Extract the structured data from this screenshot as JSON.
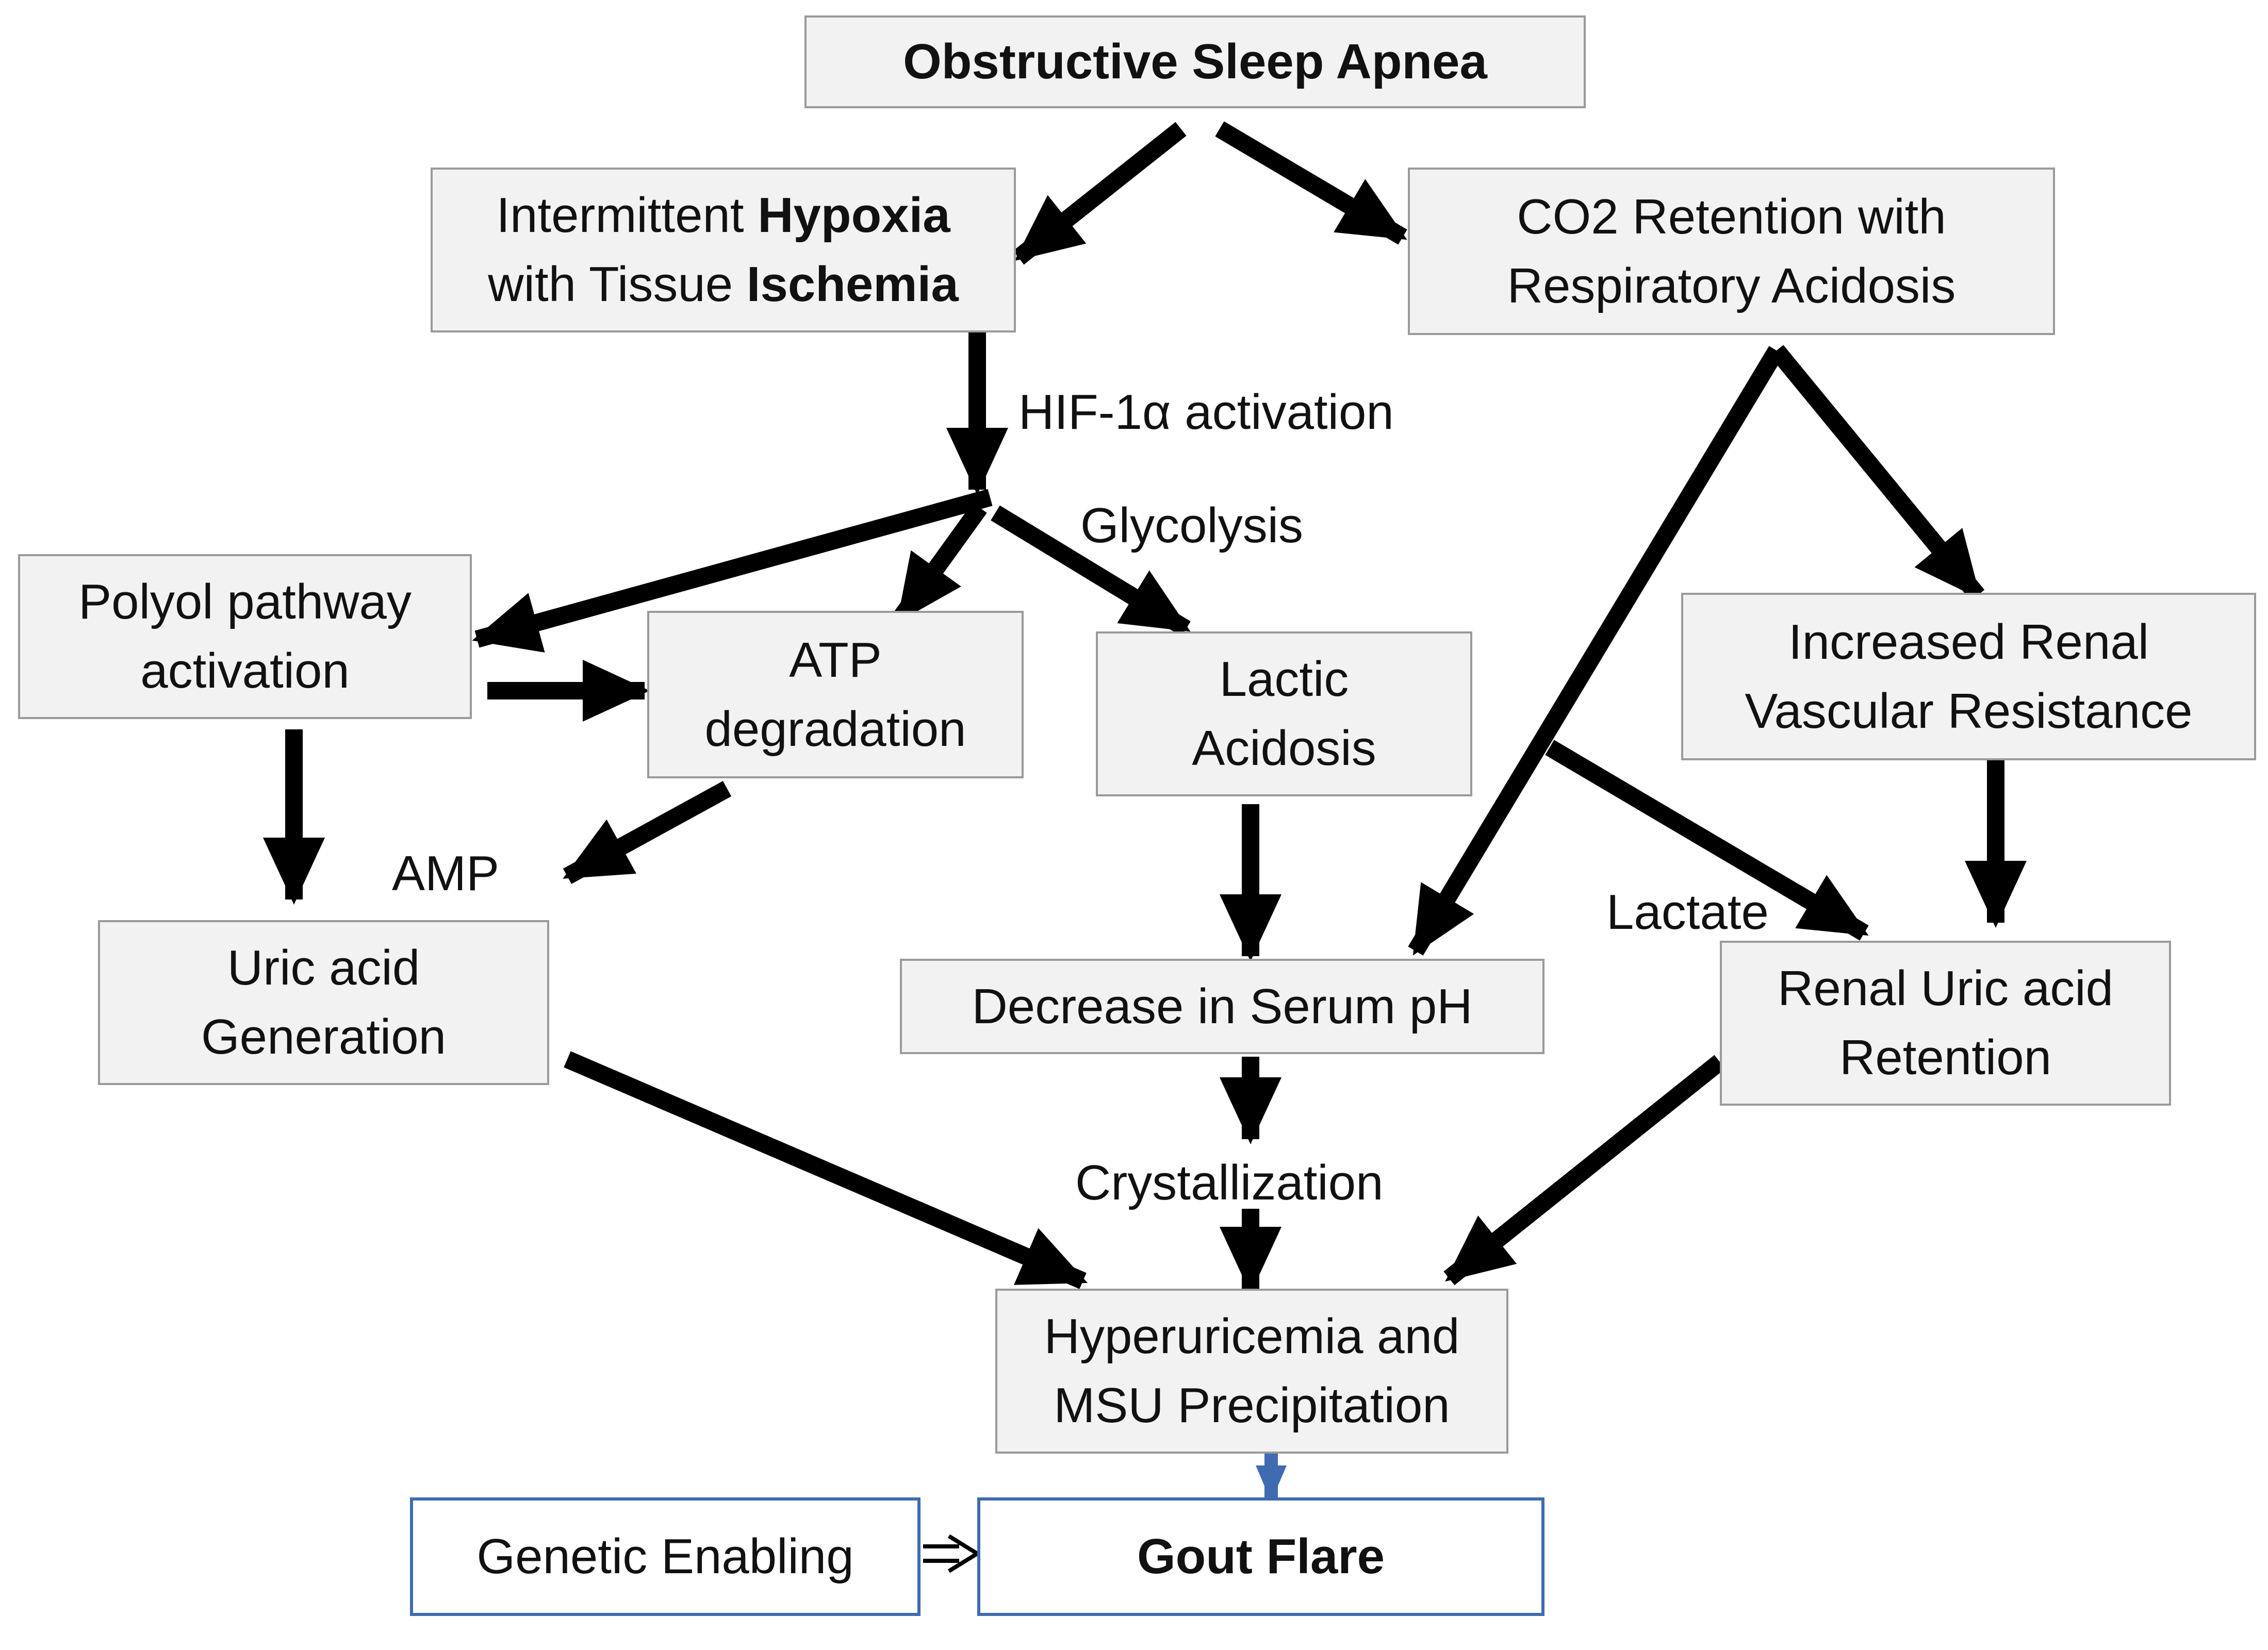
{
  "nodes": {
    "osa": {
      "text": "Obstructive Sleep Apnea"
    },
    "hypoxia": {
      "l1_a": "Intermittent ",
      "l1_b": "Hypoxia",
      "l2_a": "with Tissue ",
      "l2_b": "Ischemia"
    },
    "co2": {
      "l1": "CO2 Retention with",
      "l2": "Respiratory Acidosis"
    },
    "polyol": {
      "l1": "Polyol pathway",
      "l2": "activation"
    },
    "atp": {
      "l1": "ATP",
      "l2": "degradation"
    },
    "lactic": {
      "l1": "Lactic",
      "l2": "Acidosis"
    },
    "renal_res": {
      "l1": "Increased Renal",
      "l2": "Vascular Resistance"
    },
    "uric_gen": {
      "l1": "Uric acid",
      "l2": "Generation"
    },
    "serum_ph": {
      "text": "Decrease in Serum pH"
    },
    "renal_ret": {
      "l1": "Renal Uric acid",
      "l2": "Retention"
    },
    "hyperuricemia": {
      "l1": "Hyperuricemia and",
      "l2": "MSU Precipitation"
    },
    "genetic": {
      "text": "Genetic Enabling"
    },
    "gout": {
      "text": "Gout Flare"
    }
  },
  "labels": {
    "hif": "HIF-1α activation",
    "glycolysis": "Glycolysis",
    "amp": "AMP",
    "lactate": "Lactate",
    "crystallization": "Crystallization"
  },
  "colors": {
    "box_fill": "#f2f2f2",
    "box_border": "#9a9a9a",
    "arrow": "#000000",
    "accent_blue": "#3f6bb0"
  }
}
